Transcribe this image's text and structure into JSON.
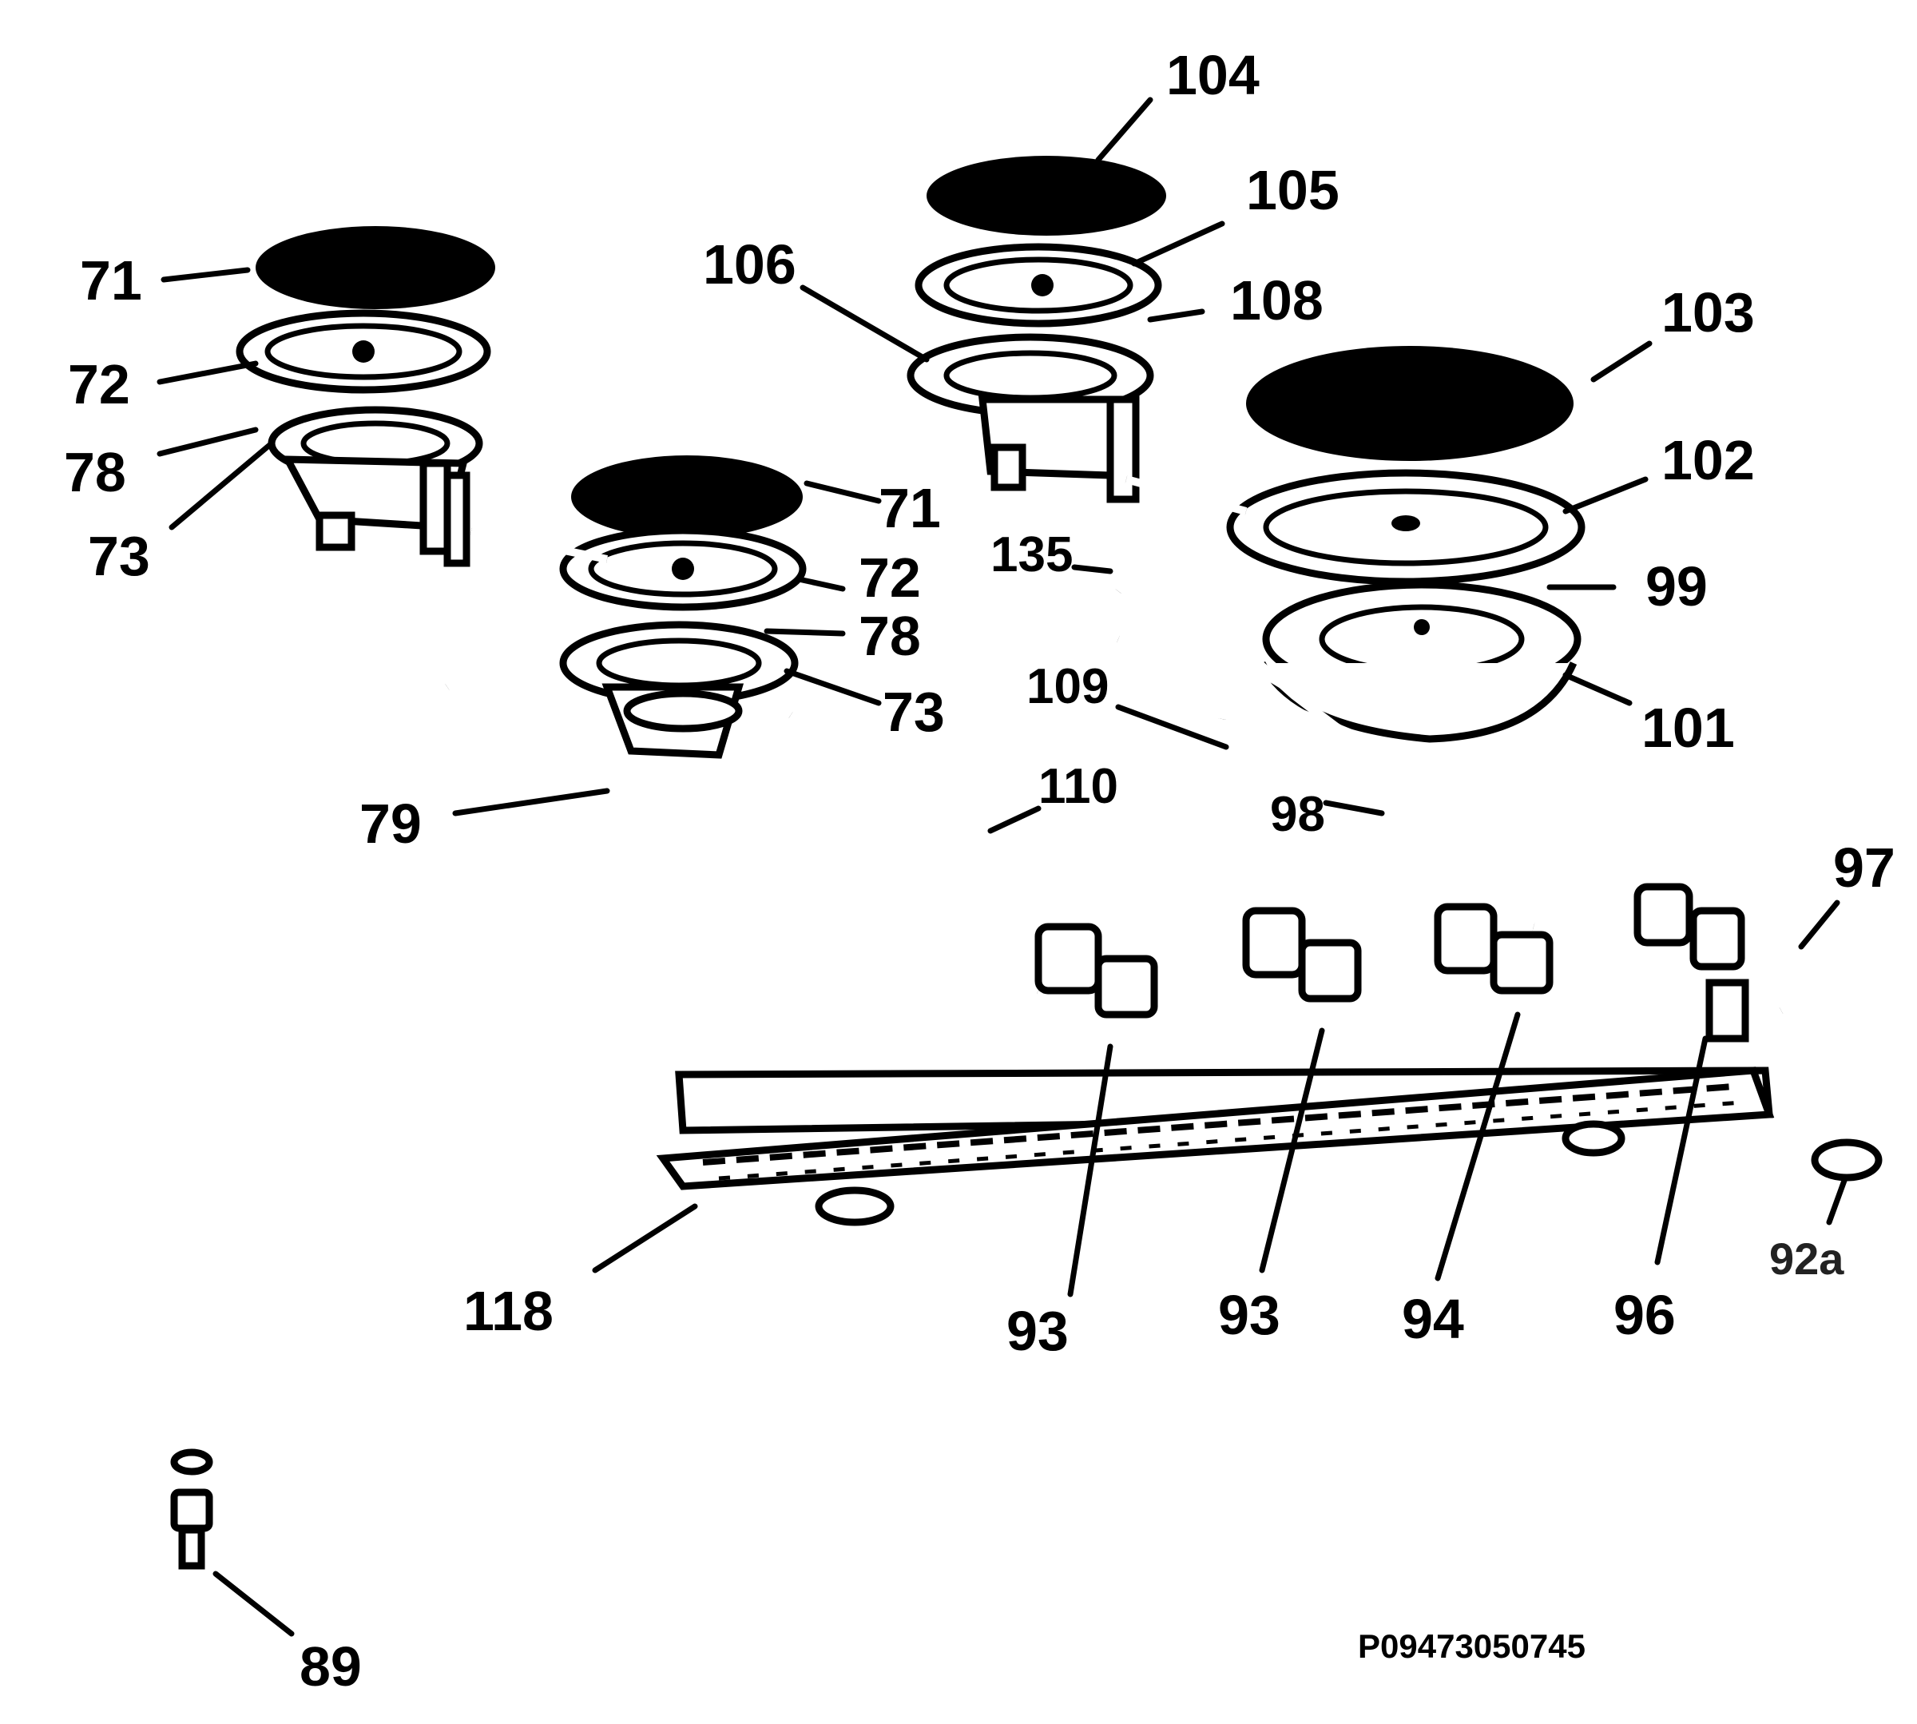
{
  "diagram": {
    "drawing_code": "P09473050745",
    "labels": {
      "l71a": "71",
      "l72a": "72",
      "l78a": "78",
      "l73a": "73",
      "l71b": "71",
      "l72b": "72",
      "l78b": "78",
      "l73b": "73",
      "l104": "104",
      "l105": "105",
      "l106": "106",
      "l108": "108",
      "l103": "103",
      "l102": "102",
      "l135": "135",
      "l99": "99",
      "l109": "109",
      "l101": "101",
      "l110": "110",
      "l98": "98",
      "l79": "79",
      "l97": "97",
      "l118": "118",
      "l93a": "93",
      "l93b": "93",
      "l94": "94",
      "l96": "96",
      "l92a": "92a",
      "l89": "89"
    }
  }
}
